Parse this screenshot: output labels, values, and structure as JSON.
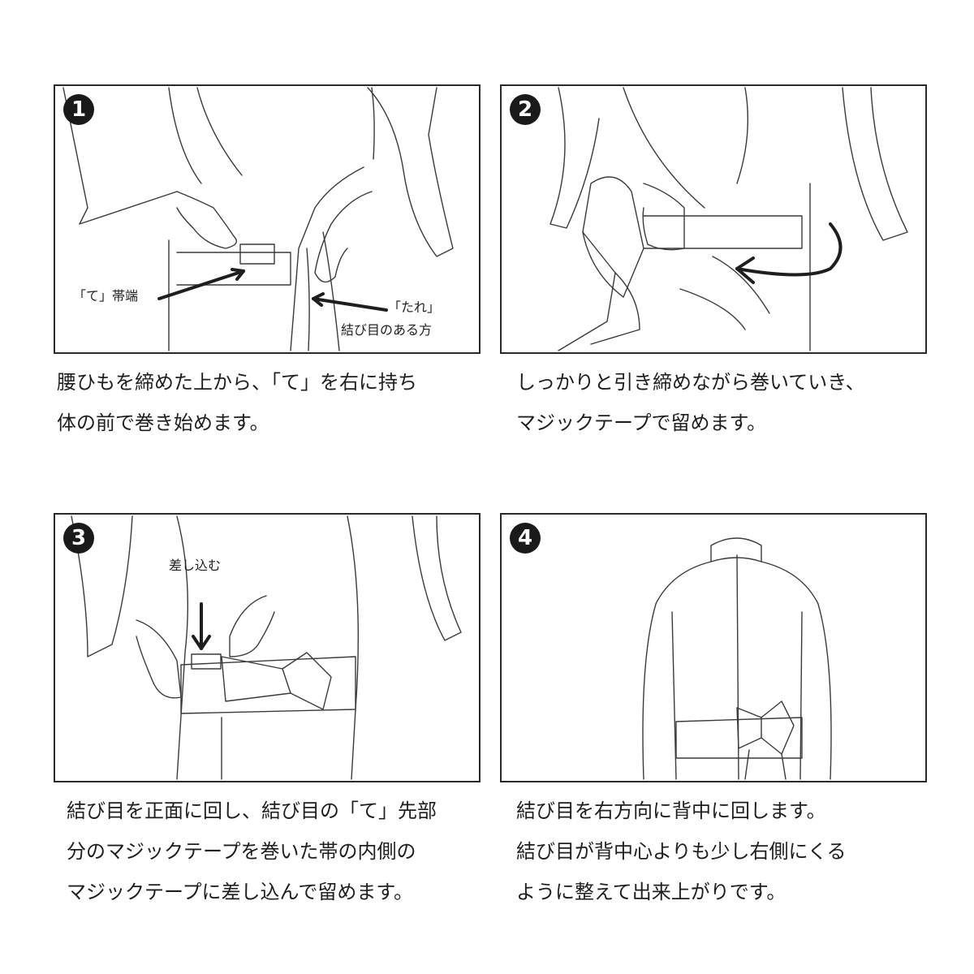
{
  "steps": [
    {
      "number": "1",
      "callouts": [
        "「て」帯端",
        "「たれ」",
        "結び目のある方"
      ],
      "caption": [
        "腰ひもを締めた上から、「て」を右に持ち",
        "体の前で巻き始めます。"
      ]
    },
    {
      "number": "2",
      "callouts": [],
      "caption": [
        "しっかりと引き締めながら巻いていき、",
        "マジックテープで留めます。"
      ]
    },
    {
      "number": "3",
      "callouts": [
        "差し込む"
      ],
      "caption": [
        "結び目を正面に回し、結び目の「て」先部",
        "分のマジックテープを巻いた帯の内側の",
        "マジックテープに差し込んで留めます。"
      ]
    },
    {
      "number": "4",
      "callouts": [],
      "caption": [
        "結び目を右方向に背中に回します。",
        "結び目が背中心よりも少し右側にくる",
        "ように整えて出来上がりです。"
      ]
    }
  ]
}
